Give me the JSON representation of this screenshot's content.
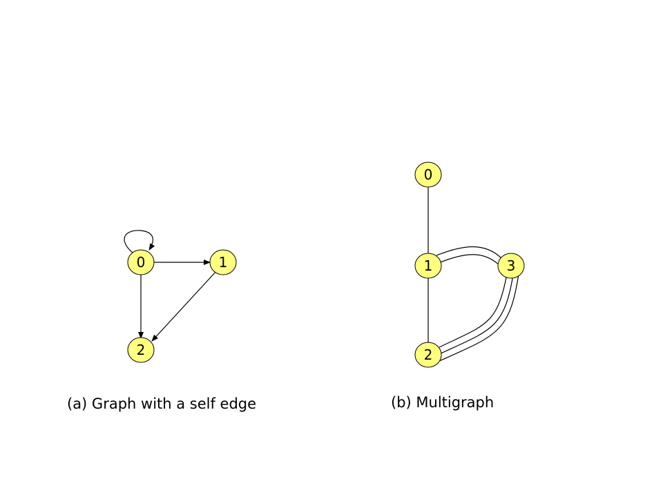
{
  "colors": {
    "node_fill": "#ffff80",
    "stroke": "#000000",
    "background": "#ffffff"
  },
  "graph_a": {
    "caption": "(a) Graph with a self edge",
    "nodes": [
      {
        "id": "0",
        "label": "0"
      },
      {
        "id": "1",
        "label": "1"
      },
      {
        "id": "2",
        "label": "2"
      }
    ],
    "edges": [
      {
        "from": "0",
        "to": "0",
        "directed": true,
        "kind": "self-loop"
      },
      {
        "from": "0",
        "to": "1",
        "directed": true
      },
      {
        "from": "0",
        "to": "2",
        "directed": true
      },
      {
        "from": "1",
        "to": "2",
        "directed": true
      }
    ]
  },
  "graph_b": {
    "caption": "(b) Multigraph",
    "nodes": [
      {
        "id": "0",
        "label": "0"
      },
      {
        "id": "1",
        "label": "1"
      },
      {
        "id": "2",
        "label": "2"
      },
      {
        "id": "3",
        "label": "3"
      }
    ],
    "edges": [
      {
        "from": "0",
        "to": "1",
        "directed": false,
        "multiplicity": 1
      },
      {
        "from": "1",
        "to": "2",
        "directed": false,
        "multiplicity": 1
      },
      {
        "from": "1",
        "to": "3",
        "directed": false,
        "multiplicity": 2
      },
      {
        "from": "2",
        "to": "3",
        "directed": false,
        "multiplicity": 3
      }
    ]
  }
}
